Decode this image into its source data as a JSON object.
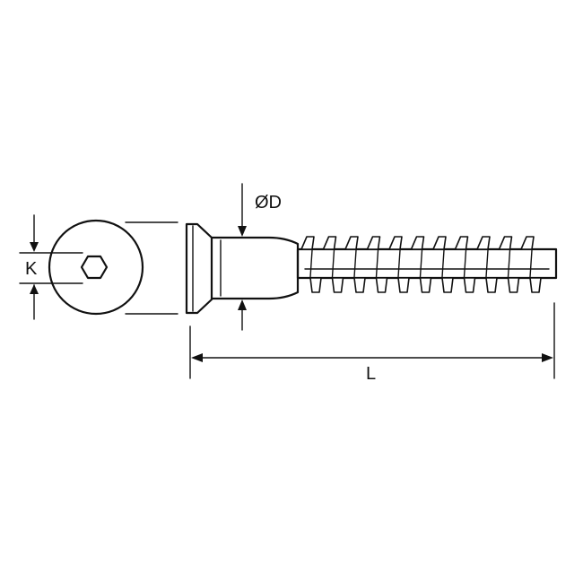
{
  "labels": {
    "head_height": "K",
    "shank_diameter": "ØD",
    "length": "L"
  },
  "colors": {
    "line": "#111111",
    "background": "#ffffff"
  }
}
